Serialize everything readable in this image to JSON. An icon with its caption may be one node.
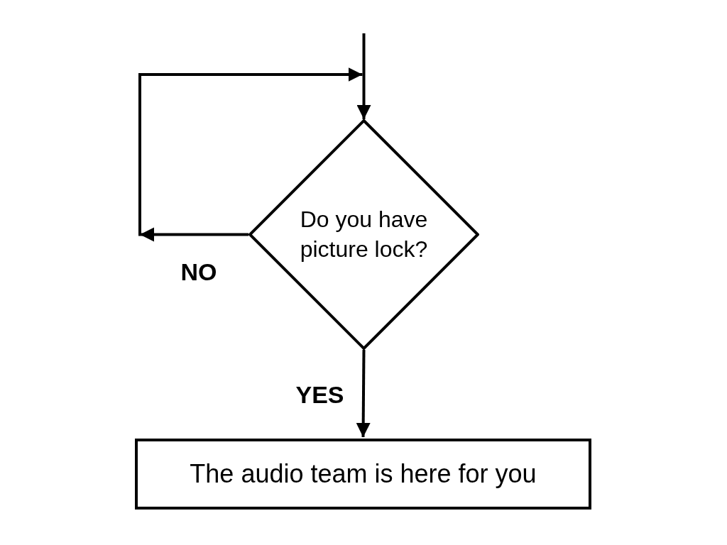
{
  "diagram": {
    "nodes": [
      {
        "text": [
          "Do you have picture lock?"
        ]
      },
      {
        "text": [
          "The audio team is here for you"
        ]
      }
    ],
    "edges": [
      {
        "from": null,
        "to": 0,
        "arrow": "to"
      },
      {
        "from": 0,
        "to": null,
        "arrow": "to",
        "label": "NO"
      },
      {
        "from": 0,
        "to": 1,
        "arrow": "to",
        "label": "YES"
      }
    ]
  }
}
